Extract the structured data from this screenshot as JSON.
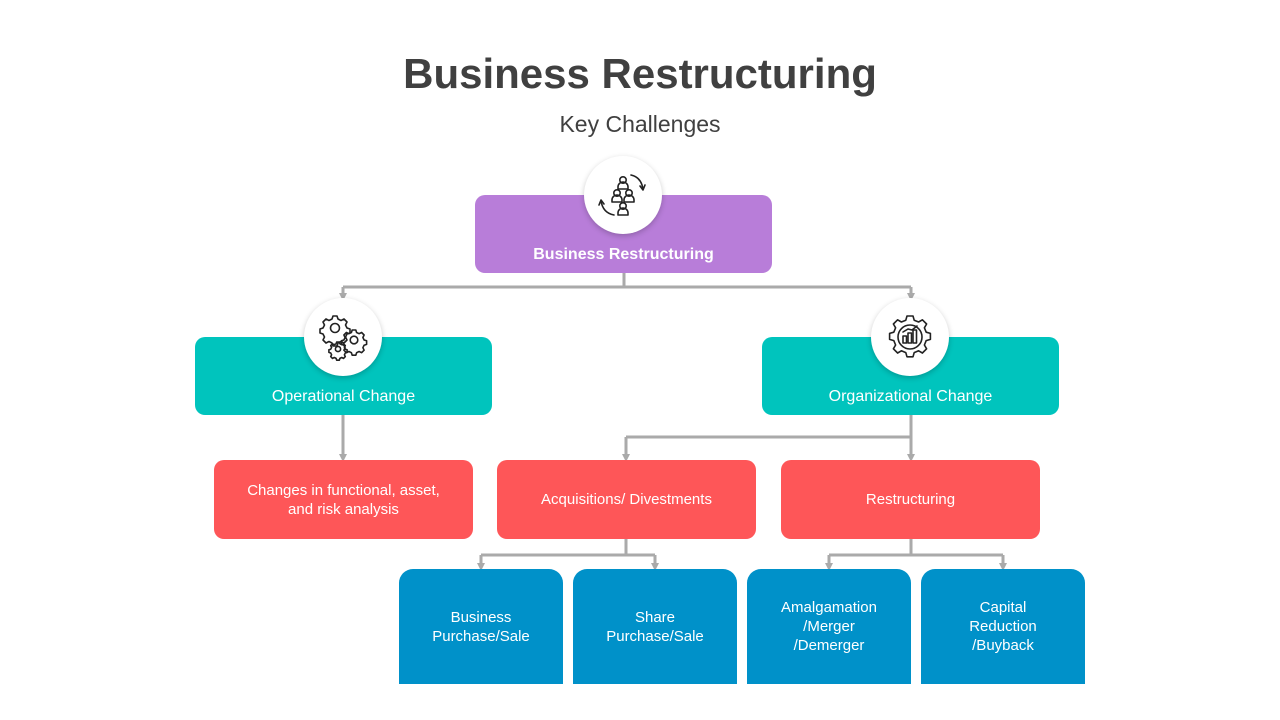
{
  "header": {
    "title": "Business Restructuring",
    "subtitle": "Key Challenges"
  },
  "colors": {
    "root": "#b87dd9",
    "level1": "#00c4bd",
    "level2": "#fe5658",
    "level3": "#0091c9",
    "connector": "#aaaaaa"
  },
  "root": {
    "label": "Business Restructuring",
    "icon": "restructure-people-arrows-icon"
  },
  "level1": [
    {
      "label": "Operational Change",
      "icon": "gears-icon"
    },
    {
      "label": "Organizational Change",
      "icon": "gear-bar-chart-icon"
    }
  ],
  "level2": [
    {
      "label": "Changes in functional, asset, and risk analysis"
    },
    {
      "label": "Acquisitions/ Divestments"
    },
    {
      "label": "Restructuring"
    }
  ],
  "level3": [
    {
      "label": "Business Purchase/Sale"
    },
    {
      "label": "Share Purchase/Sale"
    },
    {
      "label": "Amalgamation /Merger /Demerger"
    },
    {
      "label": "Capital Reduction /Buyback"
    }
  ]
}
